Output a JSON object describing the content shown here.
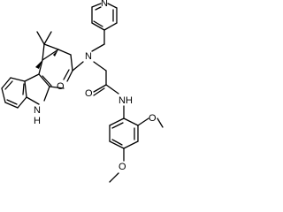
{
  "molecule": {
    "atoms": {
      "pyridine_n": "N",
      "amide_n": "N",
      "amide_o1": "O",
      "amide_o2": "O",
      "anilide_nh": "NH",
      "methoxy_o1": "O",
      "methoxy_o2": "O",
      "indole_nh": "N\nH"
    },
    "indole_n_label": "N",
    "indole_h_label": "H"
  }
}
